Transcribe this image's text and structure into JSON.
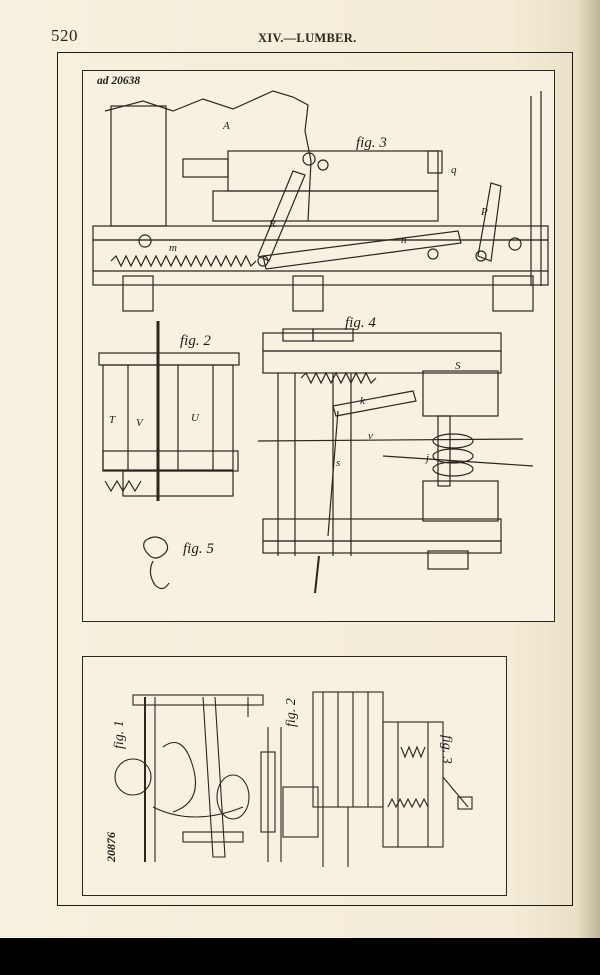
{
  "page": {
    "page_number": "520",
    "running_head": "XIV.—LUMBER."
  },
  "plate_top": {
    "reference": "ad 20638",
    "figures": [
      "fig. 3",
      "fig. 2",
      "fig. 4",
      "fig. 5"
    ],
    "letters": {
      "A": "A",
      "R": "R",
      "P": "P",
      "m": "m",
      "n": "n",
      "q": "q",
      "T": "T",
      "V": "V",
      "U": "U",
      "S": "S",
      "k": "k",
      "v": "v",
      "j": "j",
      "s": "s"
    }
  },
  "plate_bottom": {
    "reference": "20876",
    "figures": [
      "fig. 1",
      "fig. 2",
      "fig. 3"
    ]
  },
  "colors": {
    "ink": "#1d1b17",
    "paper": "#f6f0de",
    "background": "#000000"
  }
}
